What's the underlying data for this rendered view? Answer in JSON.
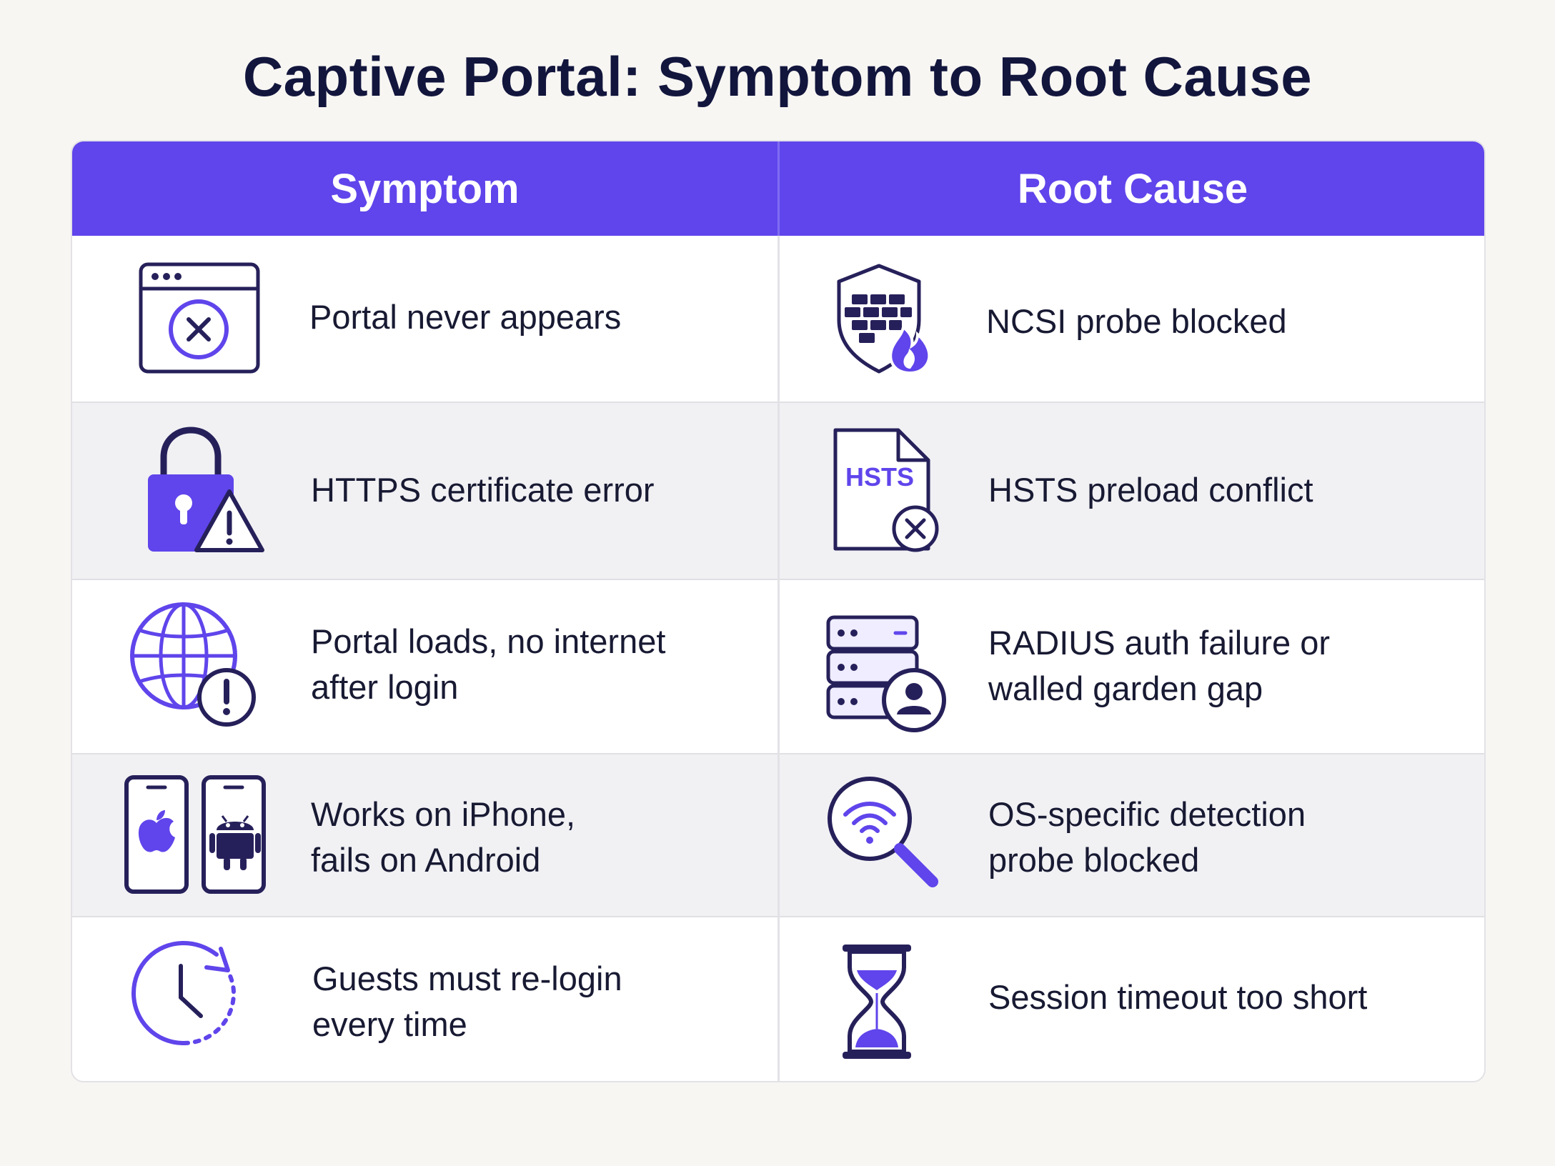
{
  "title": "Captive Portal: Symptom to Root Cause",
  "headers": {
    "symptom": "Symptom",
    "root_cause": "Root Cause"
  },
  "rows": [
    {
      "symptom": "Portal never appears",
      "symptom_icon": "browser-error-icon",
      "root_cause": "NCSI probe blocked",
      "root_cause_icon": "firewall-shield-icon"
    },
    {
      "symptom": "HTTPS certificate error",
      "symptom_icon": "padlock-warning-icon",
      "root_cause": "HSTS preload conflict",
      "root_cause_icon": "hsts-document-icon",
      "root_cause_icon_text": "HSTS"
    },
    {
      "symptom": "Portal loads, no internet\nafter login",
      "symptom_icon": "globe-alert-icon",
      "root_cause": "RADIUS auth failure or\nwalled garden gap",
      "root_cause_icon": "server-user-icon"
    },
    {
      "symptom": "Works on iPhone,\nfails on Android",
      "symptom_icon": "iphone-android-icon",
      "root_cause": "OS-specific detection\nprobe blocked",
      "root_cause_icon": "wifi-search-icon"
    },
    {
      "symptom": "Guests must re-login\nevery time",
      "symptom_icon": "clock-refresh-icon",
      "root_cause": "Session timeout too short",
      "root_cause_icon": "hourglass-icon"
    }
  ],
  "colors": {
    "accent": "#5f45eb",
    "icon_stroke": "#26205a",
    "icon_fill": "#5f45eb",
    "row_alt": "#f1f1f4",
    "background": "#f8f6f3"
  }
}
